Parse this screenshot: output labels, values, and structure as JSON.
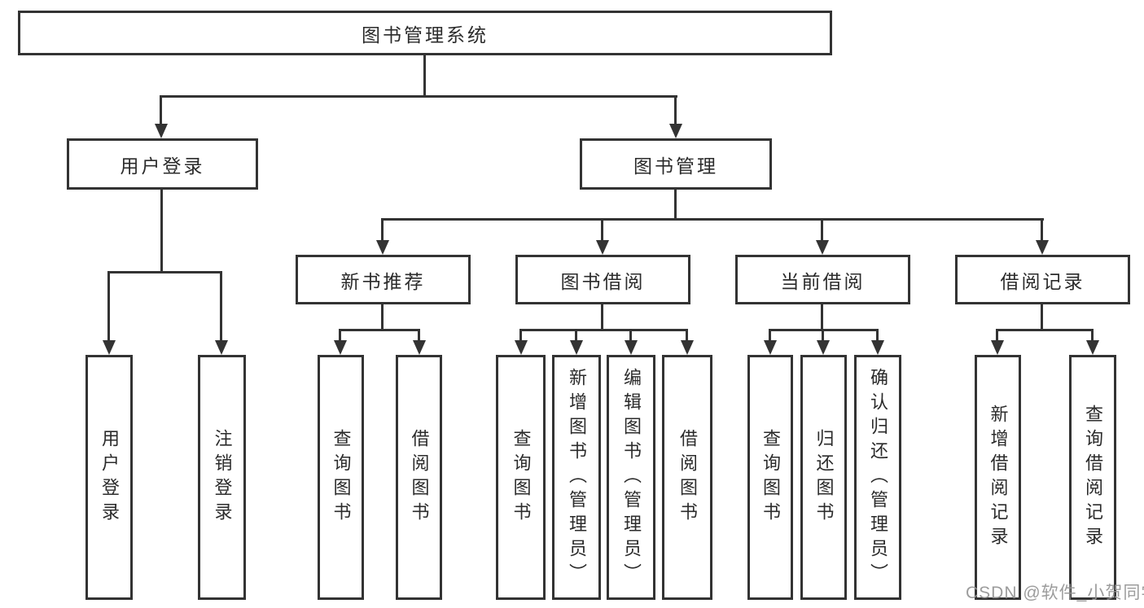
{
  "tree": {
    "root": {
      "label": "图书管理系统",
      "children": [
        {
          "label": "用户登录",
          "children": [
            {
              "label": "用户登录"
            },
            {
              "label": "注销登录"
            }
          ]
        },
        {
          "label": "图书管理",
          "children": [
            {
              "label": "新书推荐",
              "children": [
                {
                  "label": "查询图书"
                },
                {
                  "label": "借阅图书"
                }
              ]
            },
            {
              "label": "图书借阅",
              "children": [
                {
                  "label": "查询图书"
                },
                {
                  "label": "新增图书（管理员）"
                },
                {
                  "label": "编辑图书（管理员）"
                },
                {
                  "label": "借阅图书"
                }
              ]
            },
            {
              "label": "当前借阅",
              "children": [
                {
                  "label": "查询图书"
                },
                {
                  "label": "归还图书"
                },
                {
                  "label": "确认归还（管理员）"
                }
              ]
            },
            {
              "label": "借阅记录",
              "children": [
                {
                  "label": "新增借阅记录"
                },
                {
                  "label": "查询借阅记录"
                }
              ]
            }
          ]
        }
      ]
    }
  },
  "watermark": {
    "text": "CSDN @软件_小贺同学"
  },
  "colors": {
    "line": "#333333",
    "text": "#2b2b2b",
    "background": "#ffffff",
    "watermark": "#949494"
  }
}
